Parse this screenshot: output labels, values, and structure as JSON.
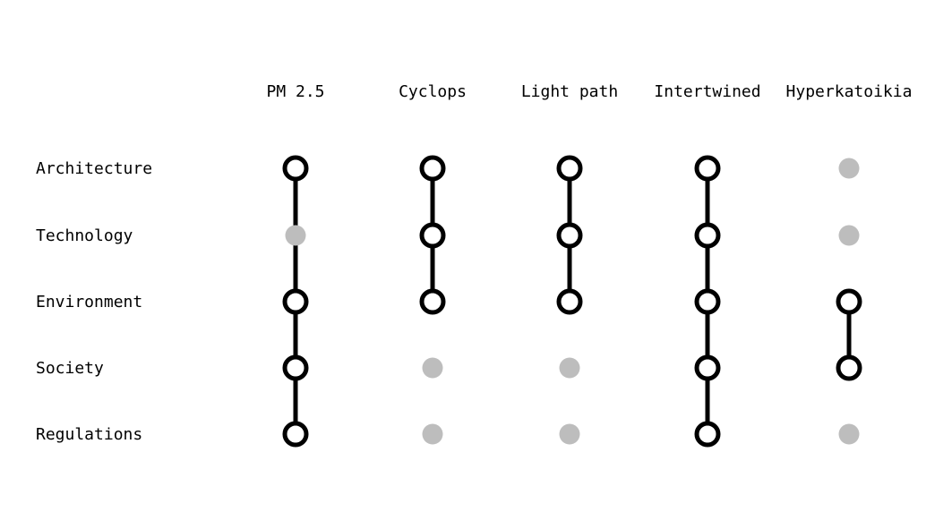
{
  "colors": {
    "active": "#000000",
    "inactive": "#bdbdbd",
    "background": "#ffffff"
  },
  "columns": [
    "PM 2.5",
    "Cyclops",
    "Light path",
    "Intertwined",
    "Hyperkatoikia"
  ],
  "rows": [
    "Architecture",
    "Technology",
    "Environment",
    "Society",
    "Regulations"
  ],
  "matrix": [
    [
      1,
      1,
      1,
      1,
      0
    ],
    [
      0,
      1,
      1,
      1,
      0
    ],
    [
      1,
      1,
      1,
      1,
      1
    ],
    [
      1,
      0,
      0,
      1,
      1
    ],
    [
      1,
      0,
      0,
      1,
      0
    ]
  ]
}
